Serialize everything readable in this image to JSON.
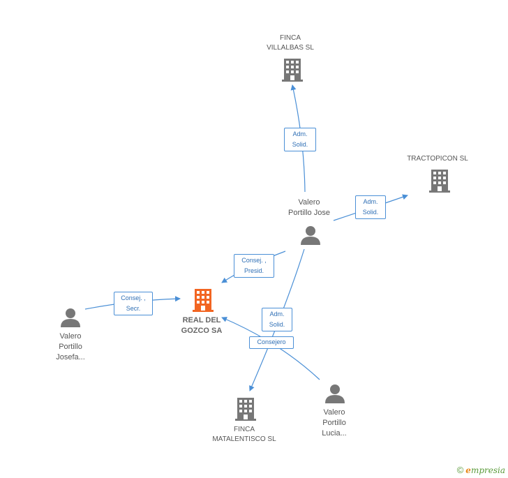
{
  "nodes": {
    "center": {
      "label_line1": "REAL DEL",
      "label_line2": "GOZCO SA",
      "color": "#f26522"
    },
    "finca_villalbas": {
      "label_line1": "FINCA",
      "label_line2": "VILLALBAS SL"
    },
    "tractopicon": {
      "label_line1": "TRACTOPICON SL"
    },
    "valero_jose": {
      "label_line1": "Valero",
      "label_line2": "Portillo Jose"
    },
    "valero_josefa": {
      "label_line1": "Valero",
      "label_line2": "Portillo",
      "label_line3": "Josefa..."
    },
    "finca_matalentisco": {
      "label_line1": "FINCA",
      "label_line2": "MATALENTISCO SL"
    },
    "valero_lucia": {
      "label_line1": "Valero",
      "label_line2": "Portillo",
      "label_line3": "Lucia..."
    }
  },
  "edges": {
    "jose_villalbas": {
      "line1": "Adm.",
      "line2": "Solid."
    },
    "jose_tractopicon": {
      "line1": "Adm.",
      "line2": "Solid."
    },
    "jose_center": {
      "line1": "Consej. ,",
      "line2": "Presid."
    },
    "josefa_center": {
      "line1": "Consej. ,",
      "line2": "Secr."
    },
    "jose_matalentisco": {
      "line1": "Adm.",
      "line2": "Solid."
    },
    "lucia_center": {
      "line1": "Consejero"
    }
  },
  "footer": {
    "copyright": "©",
    "brand_initial": "e",
    "brand_rest": "mpresia"
  },
  "colors": {
    "edge": "#4a8fd6",
    "company_icon": "#777777",
    "person_icon": "#777777",
    "highlight": "#f26522"
  }
}
